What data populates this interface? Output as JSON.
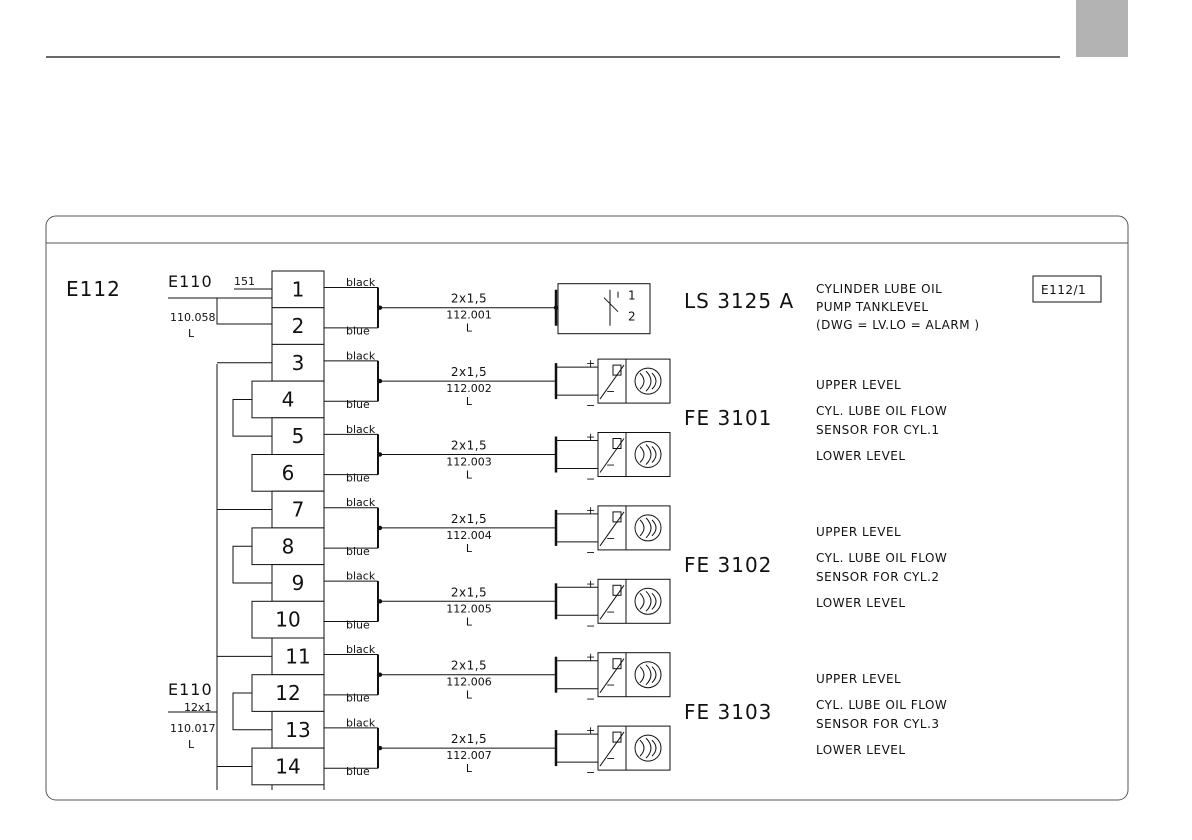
{
  "colors": {
    "line": "#111111",
    "tab": "#b3b3b3",
    "frame": "#555555"
  },
  "sheet_id": "E112",
  "sheet_ref": "E112/1",
  "source_top": {
    "label": "E110",
    "wire_no": "151",
    "cable": "110.058",
    "cable_type": "L"
  },
  "source_bottom": {
    "label": "E110",
    "wire_no": "12x1",
    "cable": "110.017",
    "cable_type": "L"
  },
  "terminals": [
    "1",
    "2",
    "3",
    "4",
    "5",
    "6",
    "7",
    "8",
    "9",
    "10",
    "11",
    "12",
    "13",
    "14"
  ],
  "circuits": [
    {
      "wire_top": "black",
      "wire_bottom": "blue",
      "cable_size": "2x1,5",
      "cable_no": "112.001",
      "cable_type": "L"
    },
    {
      "wire_top": "black",
      "wire_bottom": "blue",
      "cable_size": "2x1,5",
      "cable_no": "112.002",
      "cable_type": "L"
    },
    {
      "wire_top": "black",
      "wire_bottom": "blue",
      "cable_size": "2x1,5",
      "cable_no": "112.003",
      "cable_type": "L"
    },
    {
      "wire_top": "black",
      "wire_bottom": "blue",
      "cable_size": "2x1,5",
      "cable_no": "112.004",
      "cable_type": "L"
    },
    {
      "wire_top": "black",
      "wire_bottom": "blue",
      "cable_size": "2x1,5",
      "cable_no": "112.005",
      "cable_type": "L"
    },
    {
      "wire_top": "black",
      "wire_bottom": "blue",
      "cable_size": "2x1,5",
      "cable_no": "112.006",
      "cable_type": "L"
    },
    {
      "wire_top": "black",
      "wire_bottom": "blue",
      "cable_size": "2x1,5",
      "cable_no": "112.007",
      "cable_type": "L"
    }
  ],
  "switch_pins": [
    "1",
    "2"
  ],
  "polarity": {
    "plus": "+",
    "minus": "−"
  },
  "instruments": [
    {
      "tag": "LS 3125 A",
      "lines": [
        "CYLINDER LUBE OIL",
        "PUMP TANKLEVEL",
        "(DWG = LV.LO = ALARM )"
      ]
    },
    {
      "tag": "FE 3101",
      "upper": "UPPER LEVEL",
      "desc1": "CYL. LUBE OIL FLOW",
      "desc2": "SENSOR FOR CYL.1",
      "lower": "LOWER LEVEL"
    },
    {
      "tag": "FE 3102",
      "upper": "UPPER LEVEL",
      "desc1": "CYL. LUBE OIL FLOW",
      "desc2": "SENSOR FOR CYL.2",
      "lower": "LOWER LEVEL"
    },
    {
      "tag": "FE 3103",
      "upper": "UPPER LEVEL",
      "desc1": "CYL. LUBE OIL FLOW",
      "desc2": "SENSOR FOR CYL.3",
      "lower": "LOWER LEVEL"
    }
  ]
}
